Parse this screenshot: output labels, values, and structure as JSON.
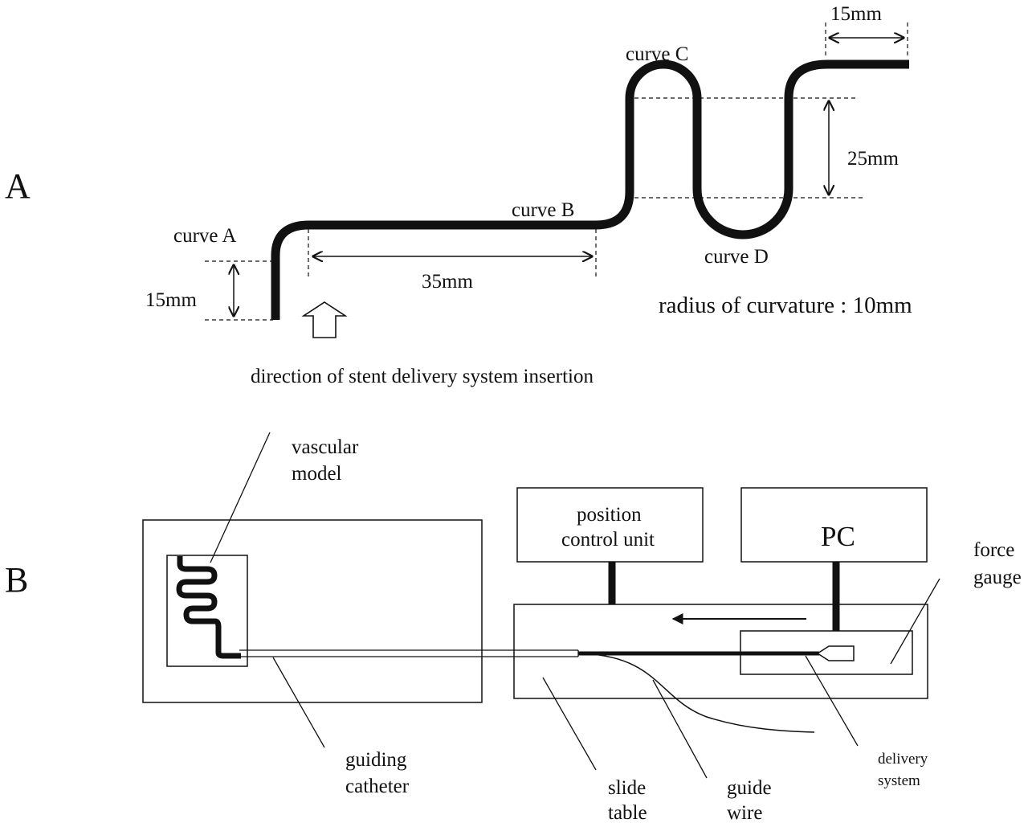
{
  "panel_a": {
    "letter": "A",
    "curve_a": "curve A",
    "curve_b": "curve B",
    "curve_c": "curve C",
    "curve_d": "curve D",
    "dim_left": "15mm",
    "dim_straight": "35mm",
    "dim_height": "25mm",
    "dim_top": "15mm",
    "radius": "radius of curvature : 10mm",
    "direction": "direction of stent delivery system insertion"
  },
  "panel_b": {
    "letter": "B",
    "vascular_model_1": "vascular",
    "vascular_model_2": "model",
    "position_1": "position",
    "position_2": "control unit",
    "pc": "PC",
    "force_1": "force",
    "force_2": "gauge",
    "guiding_1": "guiding",
    "guiding_2": "catheter",
    "slide_1": "slide",
    "slide_2": "table",
    "guide_1": "guide",
    "guide_2": "wire",
    "delivery_1": "delivery",
    "delivery_2": "system"
  },
  "colors": {
    "ink": "#111111",
    "background": "#ffffff"
  }
}
